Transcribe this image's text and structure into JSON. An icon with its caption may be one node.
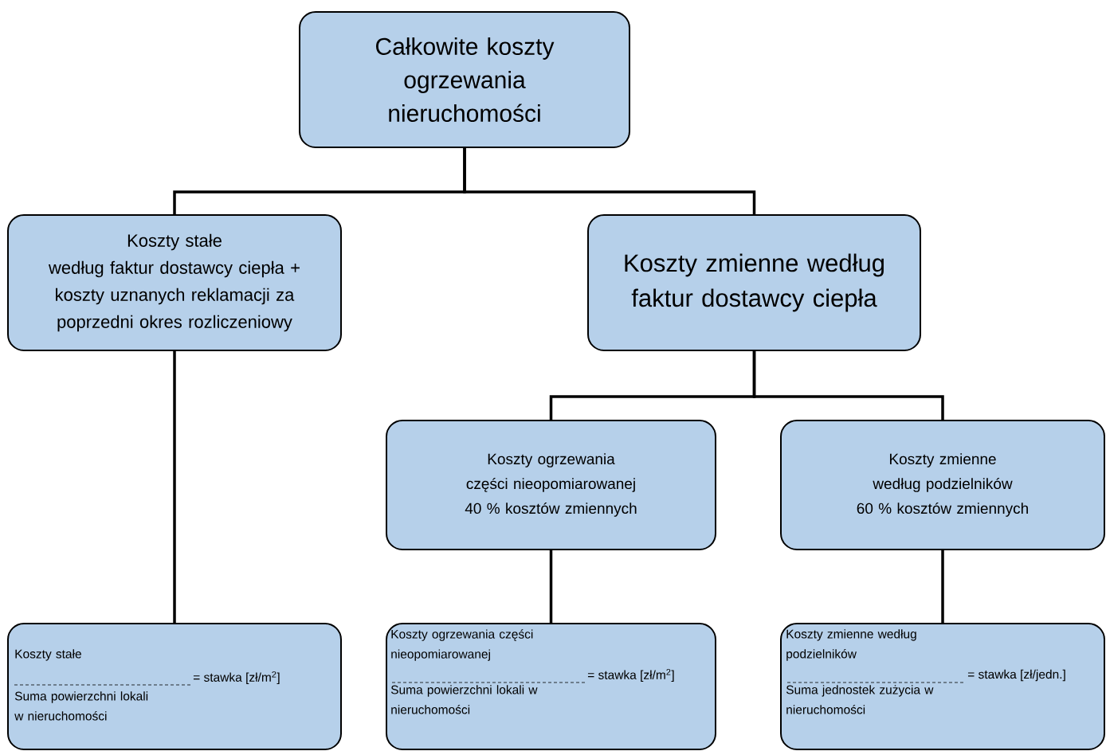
{
  "diagram": {
    "nodes": [
      {
        "text": [
          "Całkowite koszty ogrzewania nieruchomości"
        ]
      },
      {
        "text": [
          "Koszty stałe",
          "według faktur dostawcy ciepła + koszty uznanych reklamacji za poprzedni okres rozliczeniowy"
        ]
      },
      {
        "text": [
          "Koszty zmienne według faktur dostawcy ciepła"
        ]
      },
      {
        "text": [
          "Koszty ogrzewania części nieopomiarowanej",
          "40 % kosztów zmiennych"
        ]
      },
      {
        "text": [
          "Koszty zmienne według podzielników",
          "60 % kosztów zmiennych"
        ]
      },
      {
        "text": [
          "Koszty stałe",
          "= stawka [zł/m$^{2}$]",
          "Suma powierzchni lokali w nieruchomości"
        ]
      },
      {
        "text": [
          "Koszty ogrzewania części nieopomiarowanej",
          "= stawka [zł/m$^{2}$]",
          "Suma powierzchni lokali w nieruchomości"
        ]
      },
      {
        "text": [
          "Koszty zmienne według podzielników",
          "= stawka [zł/jedn.]",
          "Suma jednostek zużycia w nieruchomości"
        ]
      }
    ],
    "edges": [
      {
        "from": 0,
        "to": 1,
        "arrow": "none"
      },
      {
        "from": 0,
        "to": 2,
        "arrow": "none"
      },
      {
        "from": 1,
        "to": 5,
        "arrow": "none"
      },
      {
        "from": 2,
        "to": 3,
        "arrow": "none"
      },
      {
        "from": 2,
        "to": 4,
        "arrow": "none"
      },
      {
        "from": 3,
        "to": 6,
        "arrow": "none"
      },
      {
        "from": 4,
        "to": 7,
        "arrow": "none"
      }
    ]
  }
}
